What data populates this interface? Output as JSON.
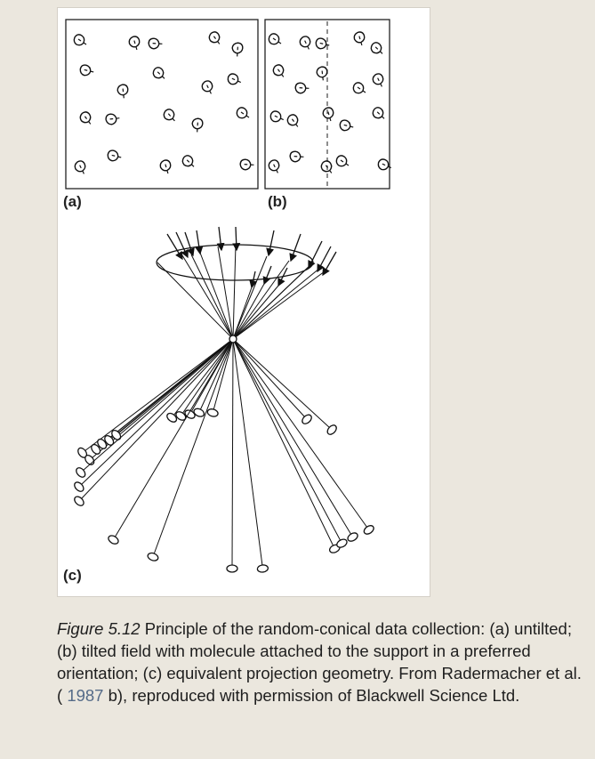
{
  "figure": {
    "panel_labels": {
      "a": "(a)",
      "b": "(b)",
      "c": "(c)"
    }
  },
  "caption": {
    "figure_label": "Figure 5.12",
    "text_before_link": " Principle of the random-conical data collection: (a) untilted; (b) tilted field with molecule attached to the support in a preferred orientation; (c) equivalent projection geometry. From Radermacher et al. ( ",
    "link_text": "1987",
    "text_after_link": " b), reproduced with permission of Blackwell Science Ltd."
  }
}
